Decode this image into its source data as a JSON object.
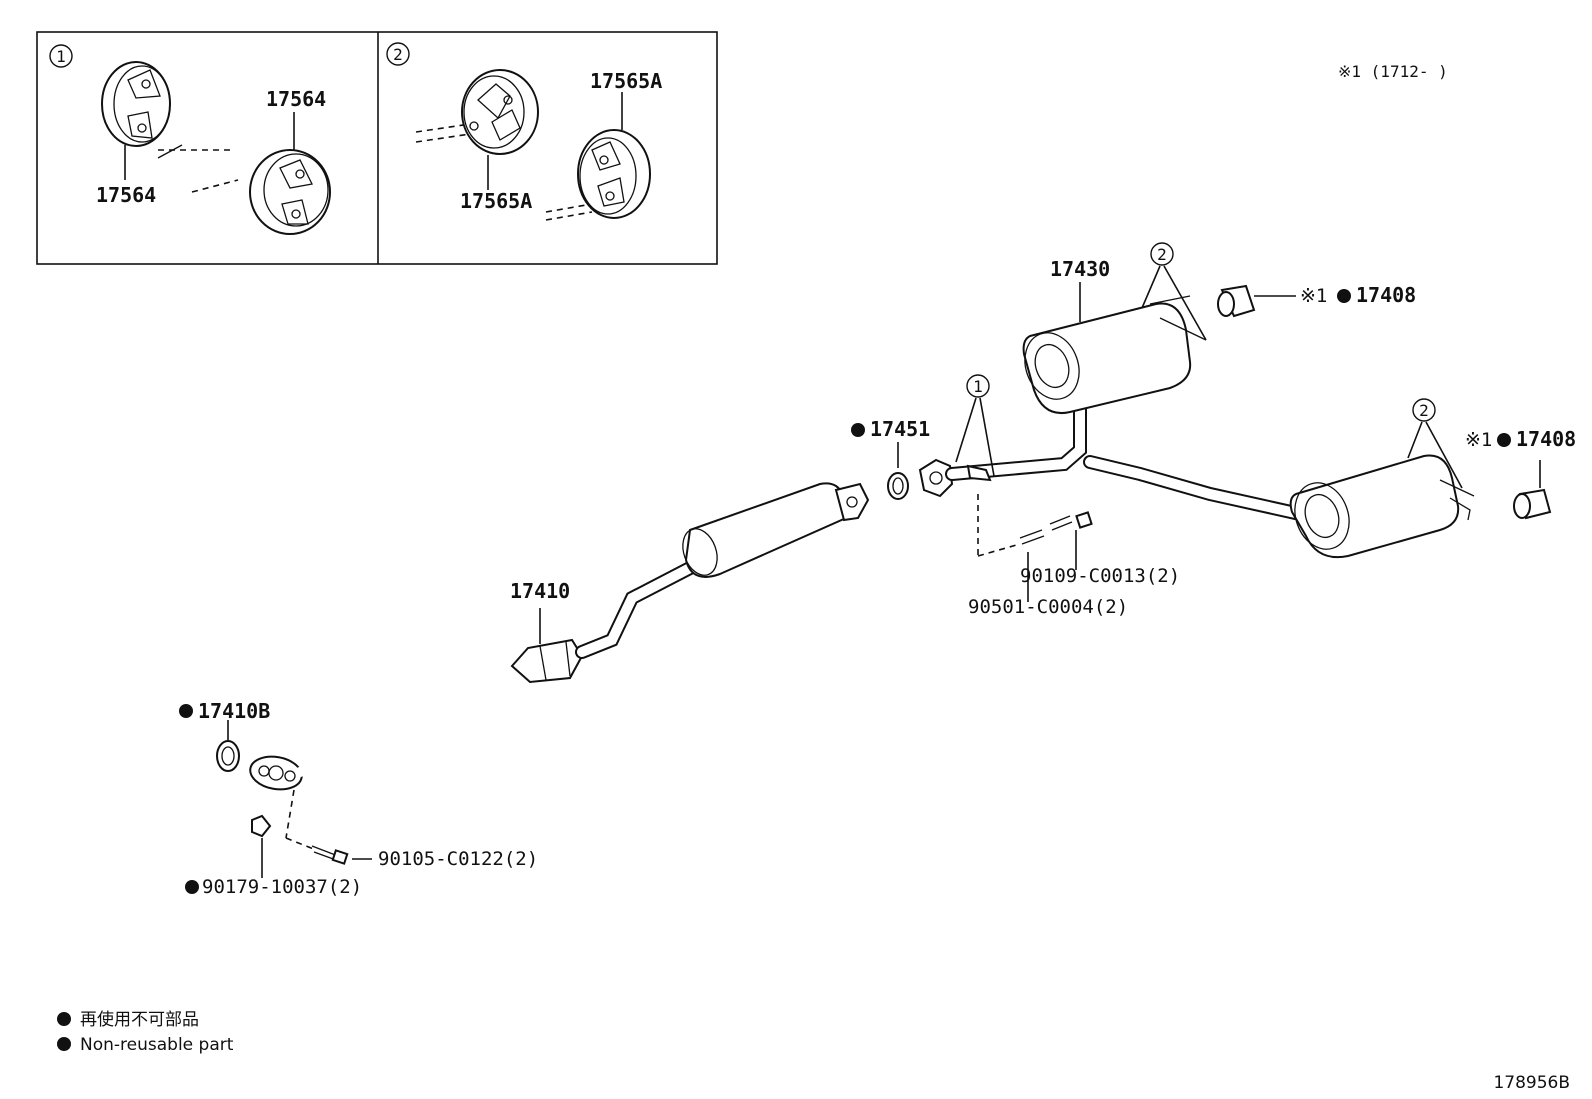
{
  "inset1": {
    "marker": "1",
    "labels": [
      "17564",
      "17564"
    ]
  },
  "inset2": {
    "marker": "2",
    "labels": [
      "17565A",
      "17565A"
    ]
  },
  "note": "※1 (1712-      )",
  "parts": {
    "p17430": "17430",
    "p17408a": "17408",
    "p17408b": "17408",
    "star_a": "※1",
    "star_b": "※1",
    "p17451": "17451",
    "p17410": "17410",
    "p17410b": "17410B",
    "p90109": "90109-C0013(2)",
    "p90501": "90501-C0004(2)",
    "p90105": "90105-C0122(2)",
    "p90179": "90179-10037(2)"
  },
  "callouts": {
    "c1": "1",
    "c2a": "2",
    "c2b": "2"
  },
  "legend": {
    "line1": "再使用不可部品",
    "line2": "Non-reusable part"
  },
  "diagram_id": "178956B"
}
